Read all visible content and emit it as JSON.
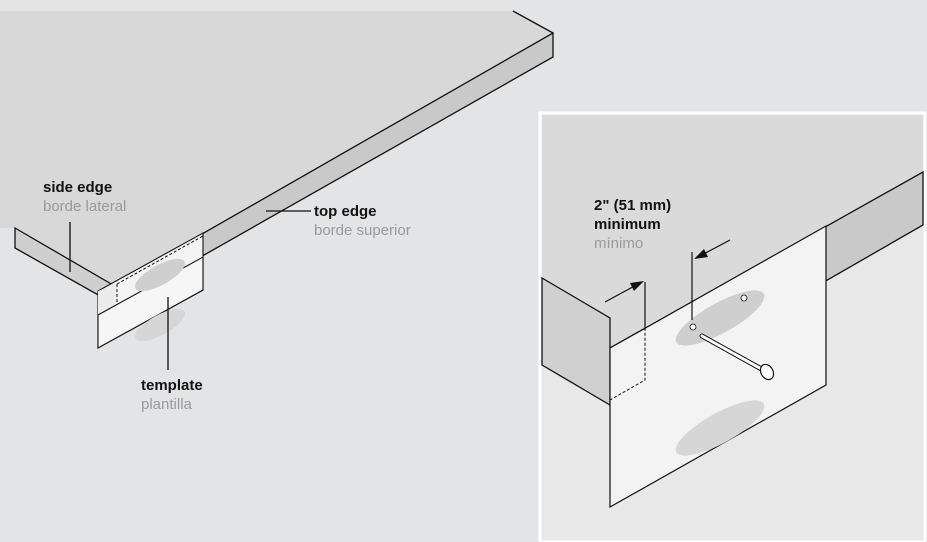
{
  "labels": {
    "side_edge": {
      "en": "side edge",
      "es": "borde lateral"
    },
    "top_edge": {
      "en": "top edge",
      "es": "borde superior"
    },
    "template": {
      "en": "template",
      "es": "plantilla"
    },
    "minimum": {
      "line1": "2\" (51 mm)",
      "line2": "minimum",
      "es": "mínimo"
    }
  },
  "colors": {
    "background": "#e3e4e5",
    "countertop_top": "#d8d8d8",
    "countertop_edge": "#c9c9c9",
    "inset_background": "#e8e8e8",
    "template_paper": "#f4f4f4",
    "line": "#111111"
  }
}
